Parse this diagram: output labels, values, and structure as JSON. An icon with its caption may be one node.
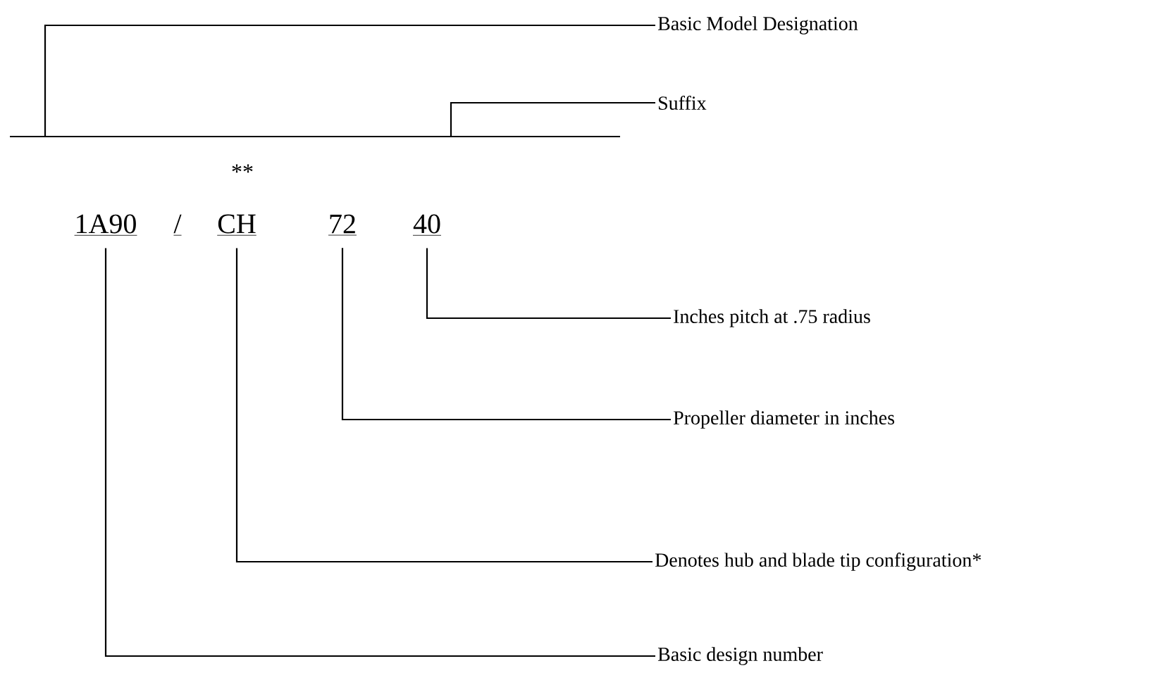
{
  "diagram": {
    "nodes": [
      {
        "text": [
          "1A90"
        ]
      },
      {
        "text": [
          "/"
        ]
      },
      {
        "text": [
          "CH"
        ]
      },
      {
        "text": [
          "72"
        ]
      },
      {
        "text": [
          "40"
        ]
      },
      {
        "text": [
          "Basic Model Designation"
        ]
      },
      {
        "text": [
          "Suffix"
        ]
      },
      {
        "text": [
          "Inches pitch at .75 radius"
        ]
      },
      {
        "text": [
          "Propeller diameter in inches"
        ]
      },
      {
        "text": [
          "Denotes hub and blade tip configuration*"
        ]
      },
      {
        "text": [
          "Basic design number"
        ]
      }
    ],
    "edges": [
      {
        "from": 5,
        "to": null,
        "arrow": "none"
      },
      {
        "from": 6,
        "to": null,
        "arrow": "none"
      },
      {
        "from": 4,
        "to": 7,
        "arrow": "none"
      },
      {
        "from": 3,
        "to": 8,
        "arrow": "none"
      },
      {
        "from": 2,
        "to": 9,
        "arrow": "none"
      },
      {
        "from": 0,
        "to": 10,
        "arrow": "none"
      }
    ],
    "labels": [
      "**"
    ]
  }
}
